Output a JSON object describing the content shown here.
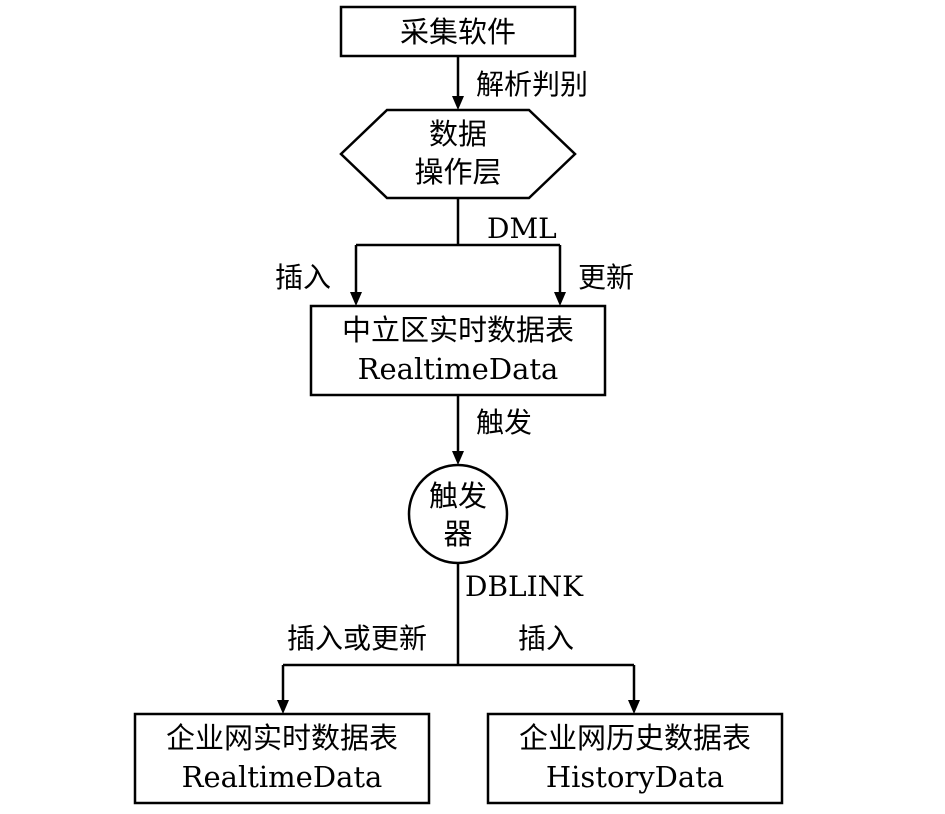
{
  "nodes": {
    "capture_software": {
      "label": "采集软件"
    },
    "data_ops_layer": {
      "line1": "数据",
      "line2": "操作层"
    },
    "dmz_realtime_table": {
      "line1": "中立区实时数据表",
      "line2": "RealtimeData"
    },
    "trigger": {
      "line1": "触发",
      "line2": "器"
    },
    "enterprise_realtime_table": {
      "line1": "企业网实时数据表",
      "line2": "RealtimeData"
    },
    "enterprise_history_table": {
      "line1": "企业网历史数据表",
      "line2": "HistoryData"
    }
  },
  "edges": {
    "parse_judge": "解析判别",
    "dml": "DML",
    "insert_left": "插入",
    "update_right": "更新",
    "fire": "触发",
    "dblink": "DBLINK",
    "insert_or_update": "插入或更新",
    "insert_history": "插入"
  },
  "colors": {
    "stroke": "#000000",
    "background": "#ffffff"
  }
}
